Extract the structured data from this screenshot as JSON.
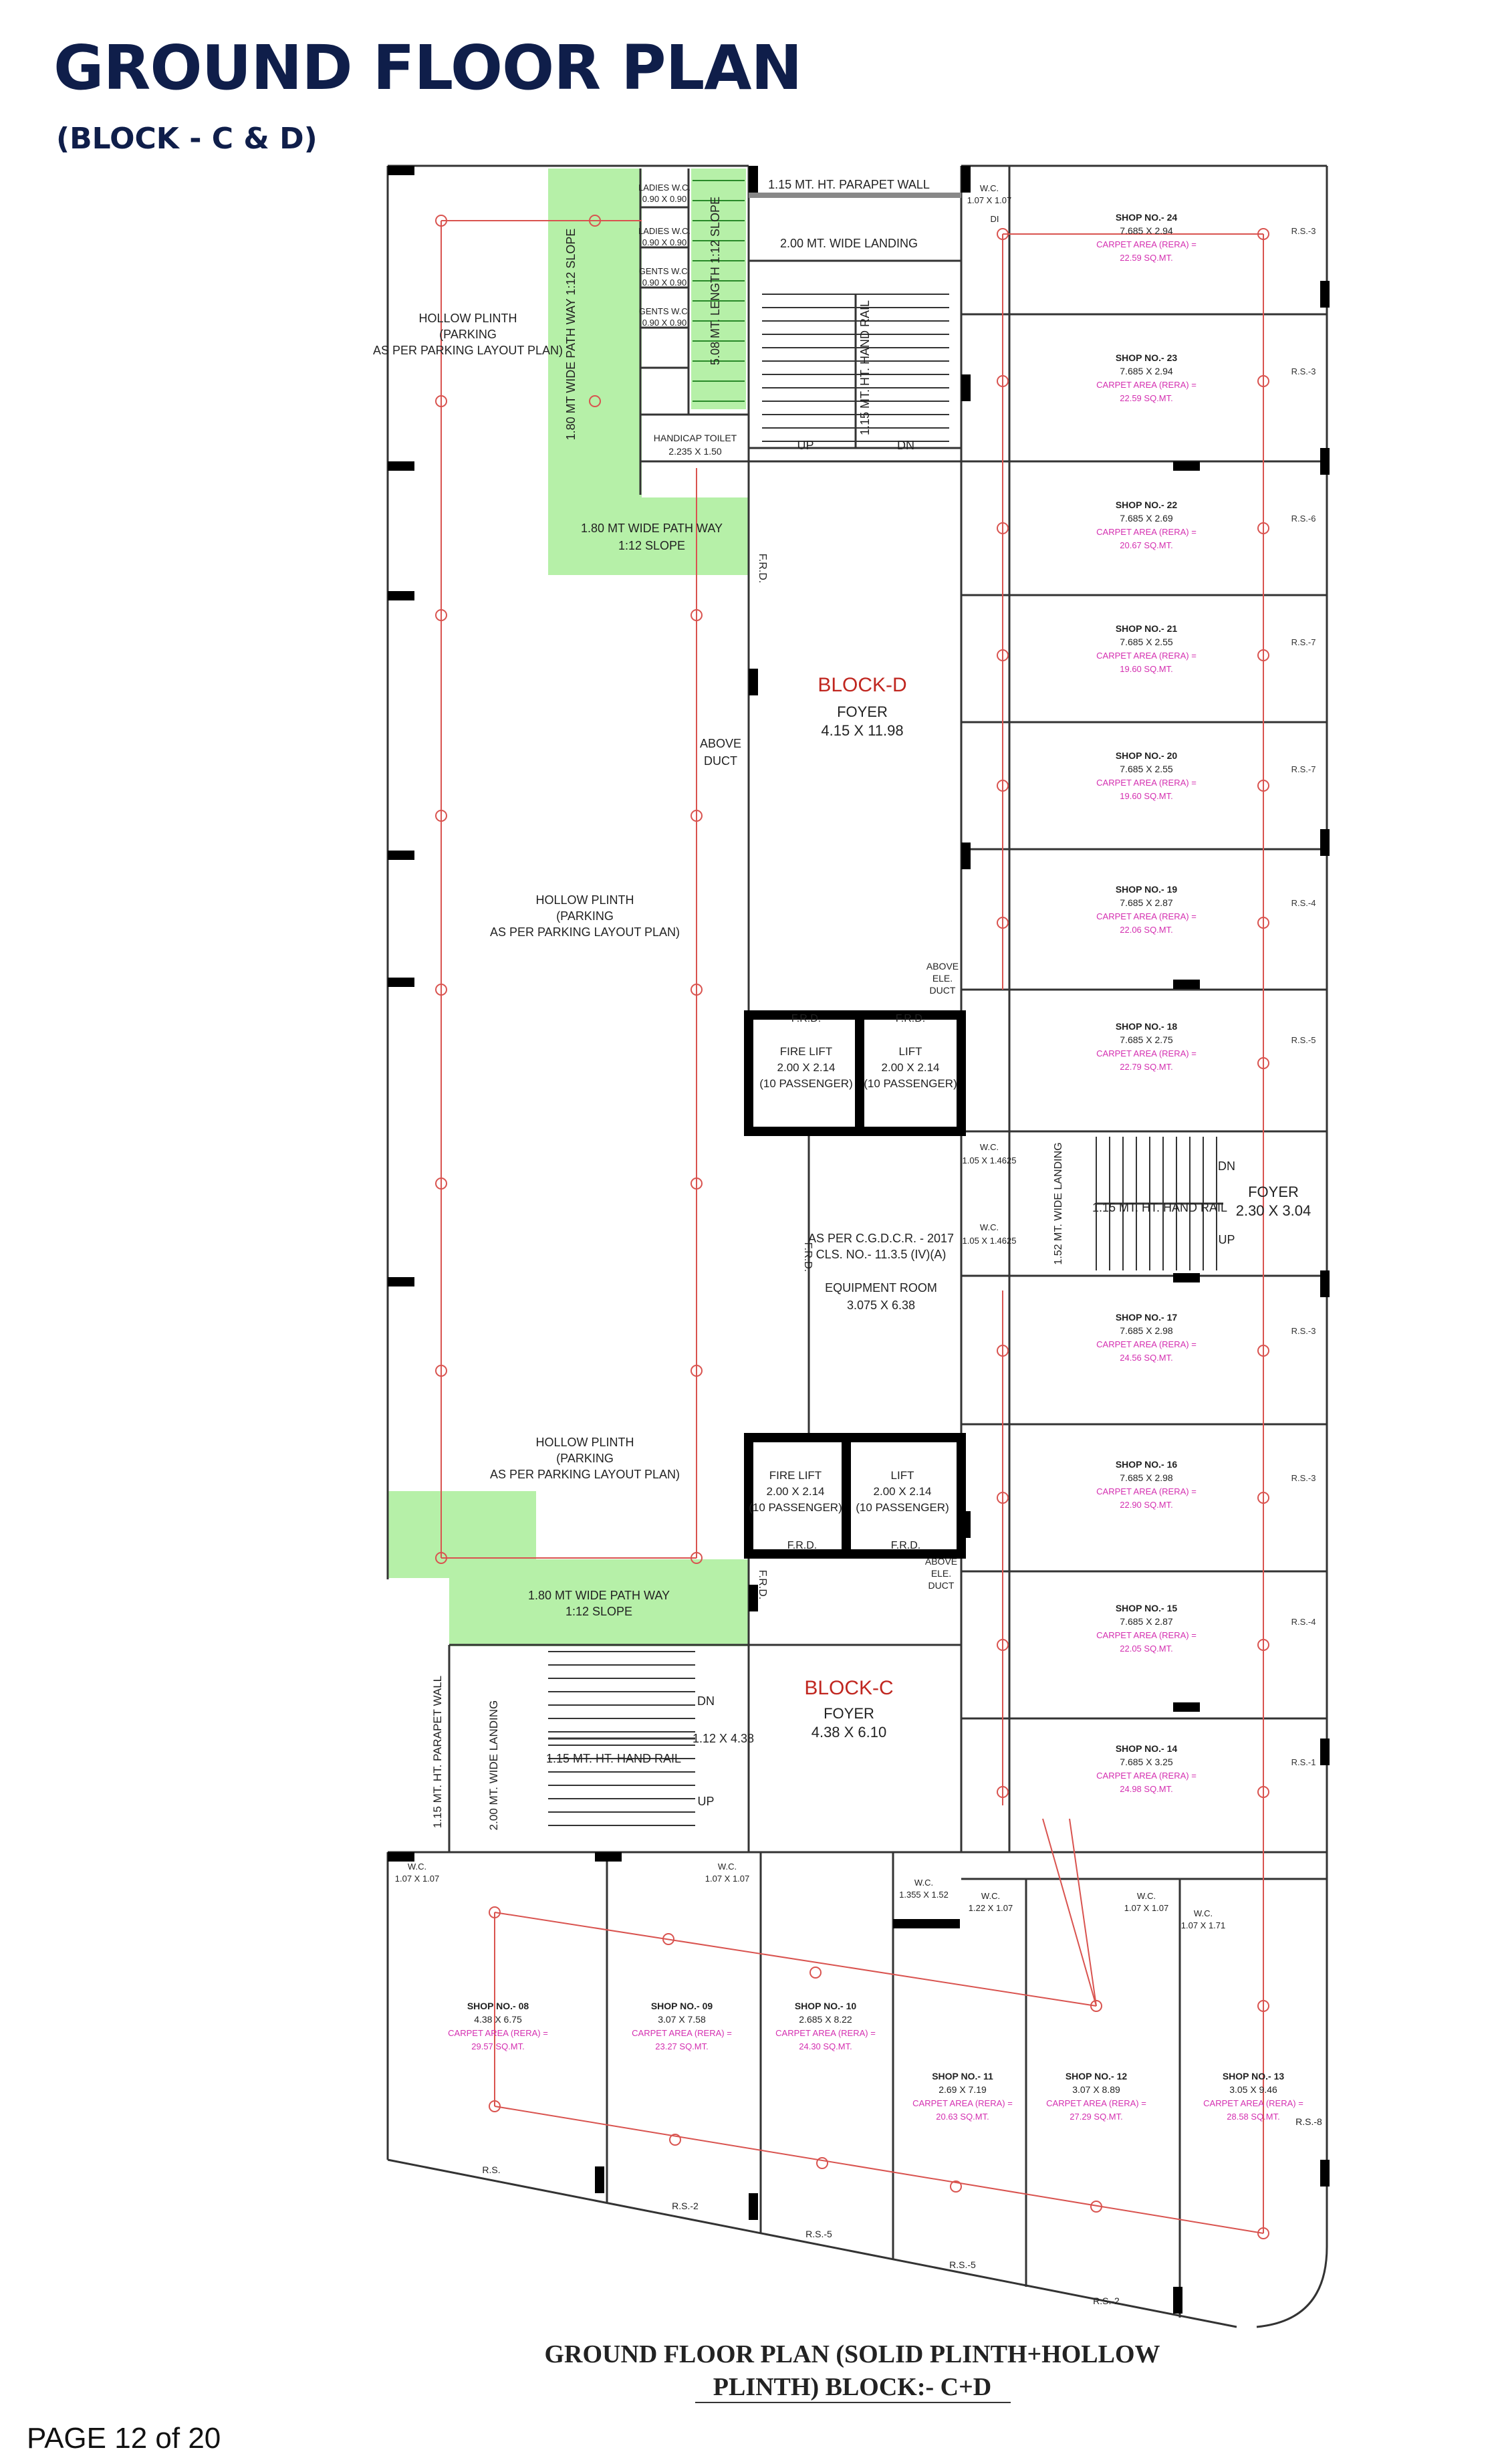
{
  "header": {
    "title": "GROUND FLOOR PLAN",
    "subtitle": "(BLOCK - C & D)"
  },
  "caption": {
    "line1": "GROUND FLOOR PLAN (SOLID PLINTH+HOLLOW",
    "line2": "PLINTH) BLOCK:- C+D"
  },
  "footer": {
    "page": "PAGE 12 of 20"
  },
  "colors": {
    "title": "#0f1e4a",
    "wall": "#000000",
    "grid_line": "#d9534f",
    "carpet_text": "#d42fb0",
    "pathway": "#b6f0a8",
    "block_label": "#c0261f"
  },
  "labels": {
    "parapet_top": "1.15 MT. HT. PARAPET WALL",
    "landing_top": "2.00 MT. WIDE LANDING",
    "hand_rail_top": "1.15 MT. HT. HAND RAIL",
    "up": "UP",
    "dn": "DN",
    "path_vertical": "1.80 MT WIDE PATH WAY 1:12 SLOPE",
    "ramp_vertical": "5.08 MT. LENGTH 1:12 SLOPE",
    "path_top": "1.80 MT WIDE PATH WAY",
    "path_top_slope": "1:12 SLOPE",
    "path_bottom": "1.80 MT WIDE PATH WAY",
    "path_bottom_slope": "1:12 SLOPE",
    "ladies_wc_1": "LADIES W.C.",
    "ladies_wc_1_size": "0.90 X 0.90",
    "ladies_wc_2": "LADIES W.C.",
    "ladies_wc_2_size": "0.90 X 0.90",
    "gents_wc_1": "GENTS W.C.",
    "gents_wc_1_size": "0.90 X 0.90",
    "gents_wc_2": "GENTS W.C.",
    "gents_wc_2_size": "0.90 X 0.90",
    "handicap_toilet": "HANDICAP TOILET",
    "handicap_size": "2.235 X 1.50",
    "hollow_plinth_1": "HOLLOW PLINTH",
    "hollow_plinth_2": "(PARKING",
    "hollow_plinth_3": "AS PER PARKING LAYOUT PLAN)",
    "block_d": "BLOCK-D",
    "foyer": "FOYER",
    "foyer_d_size": "4.15 X 11.98",
    "block_c": "BLOCK-C",
    "foyer_c_size": "4.38 X 6.10",
    "foyer_right_size": "2.30 X 3.04",
    "above_duct": "ABOVE",
    "above_duct_2": "DUCT",
    "above_ele_duct": "ABOVE",
    "above_ele_duct_2": "ELE.",
    "above_ele_duct_3": "DUCT",
    "frd": "F.R.D.",
    "fire_lift": "FIRE LIFT",
    "lift": "LIFT",
    "lift_size": "2.00 X 2.14",
    "passenger": "(10 PASSENGER)",
    "cgdcr_1": "AS PER C.G.D.C.R. - 2017",
    "cgdcr_2": "CLS. NO.- 11.3.5 (IV)(A)",
    "equipment_room": "EQUIPMENT ROOM",
    "equipment_size": "3.075 X 6.38",
    "landing_right": "1.52 MT. WIDE LANDING",
    "hand_rail_right": "1.15 MT. HT. HAND RAIL",
    "parapet_left": "1.15 MT. HT. PARAPET WALL",
    "landing_left": "2.00 MT. WIDE LANDING",
    "hand_rail_left": "1.15 MT. HT. HAND RAIL",
    "stair_size_c": "1.12 X 4.38",
    "wc": "W.C.",
    "wc_107": "1.07 X 1.07",
    "wc_105": "1.05 X 1.4625",
    "wc_1355": "1.355 X 1.52",
    "wc_122": "1.22 X 1.07",
    "wc_107_171": "1.07 X 1.71",
    "di": "DI",
    "rs": "R.S.",
    "rs3": "R.S.-3",
    "rs6": "R.S.-6",
    "rs7": "R.S.-7",
    "rs4": "R.S.-4",
    "rs5": "R.S.-5",
    "rs2": "R.S.-2",
    "rs1": "R.S.-1",
    "rs8": "R.S.-8",
    "carpet_area": "CARPET AREA (RERA) ="
  },
  "shops_right": [
    {
      "name": "SHOP NO.- 24",
      "size": "7.685 X 2.94",
      "area": "22.59 SQ.MT.",
      "rs": "R.S.-3"
    },
    {
      "name": "SHOP NO.- 23",
      "size": "7.685 X 2.94",
      "area": "22.59 SQ.MT.",
      "rs": "R.S.-3"
    },
    {
      "name": "SHOP NO.- 22",
      "size": "7.685 X 2.69",
      "area": "20.67 SQ.MT.",
      "rs": "R.S.-6"
    },
    {
      "name": "SHOP NO.- 21",
      "size": "7.685 X 2.55",
      "area": "19.60 SQ.MT.",
      "rs": "R.S.-7"
    },
    {
      "name": "SHOP NO.- 20",
      "size": "7.685 X 2.55",
      "area": "19.60 SQ.MT.",
      "rs": "R.S.-7"
    },
    {
      "name": "SHOP NO.- 19",
      "size": "7.685 X 2.87",
      "area": "22.06 SQ.MT.",
      "rs": "R.S.-4"
    },
    {
      "name": "SHOP NO.- 18",
      "size": "7.685 X 2.75",
      "area": "22.79 SQ.MT.",
      "rs": "R.S.-5"
    },
    {
      "name": "SHOP NO.- 17",
      "size": "7.685 X 2.98",
      "area": "24.56 SQ.MT.",
      "rs": "R.S.-3"
    },
    {
      "name": "SHOP NO.- 16",
      "size": "7.685 X 2.98",
      "area": "22.90 SQ.MT.",
      "rs": "R.S.-3"
    },
    {
      "name": "SHOP NO.- 15",
      "size": "7.685 X 2.87",
      "area": "22.05 SQ.MT.",
      "rs": "R.S.-4"
    },
    {
      "name": "SHOP NO.- 14",
      "size": "7.685 X 3.25",
      "area": "24.98 SQ.MT.",
      "rs": "R.S.-1"
    }
  ],
  "shops_bottom": [
    {
      "name": "SHOP NO.- 08",
      "size": "4.38 X 6.75",
      "area": "29.57 SQ.MT."
    },
    {
      "name": "SHOP NO.- 09",
      "size": "3.07 X 7.58",
      "area": "23.27 SQ.MT."
    },
    {
      "name": "SHOP NO.- 10",
      "size": "2.685 X 8.22",
      "area": "24.30 SQ.MT."
    },
    {
      "name": "SHOP NO.- 11",
      "size": "2.69 X 7.19",
      "area": "20.63 SQ.MT."
    },
    {
      "name": "SHOP NO.- 12",
      "size": "3.07 X 8.89",
      "area": "27.29 SQ.MT."
    },
    {
      "name": "SHOP NO.- 13",
      "size": "3.05 X 9.46",
      "area": "28.58 SQ.MT."
    }
  ]
}
